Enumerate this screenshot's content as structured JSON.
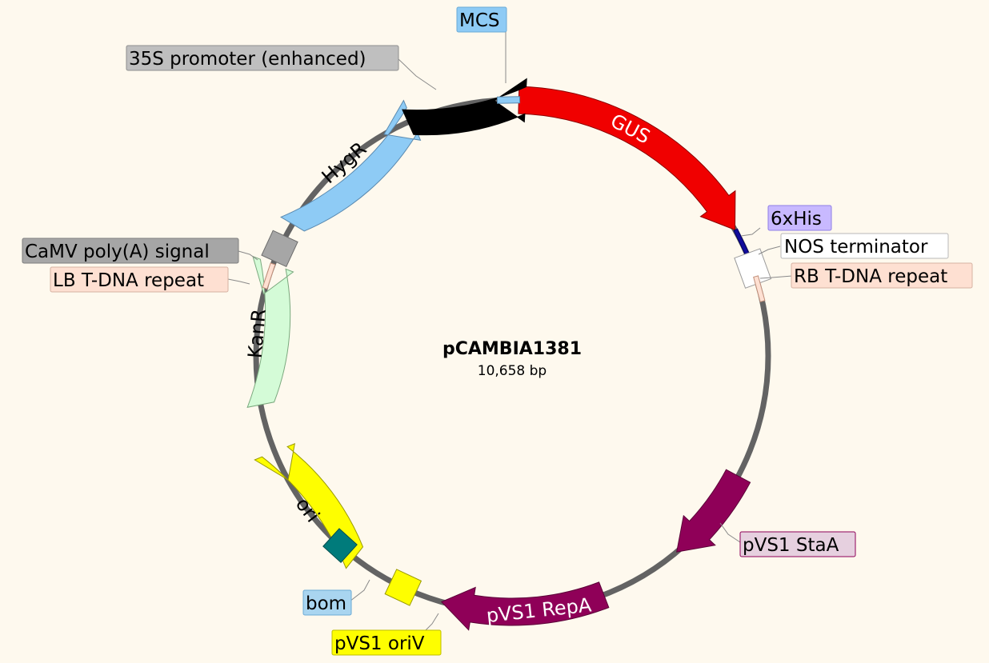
{
  "plasmid": {
    "name": "pCAMBIA1381",
    "size_label": "10,658 bp"
  },
  "features": {
    "mcs": {
      "label": "MCS",
      "color": "#8ecbf5"
    },
    "gus": {
      "label": "GUS",
      "color": "#f00000"
    },
    "his": {
      "label": "6xHis",
      "color": "#120c9c",
      "box_color": "#c8b9ff"
    },
    "nos": {
      "label": "NOS terminator",
      "color": "#ffffff"
    },
    "rb": {
      "label": "RB T-DNA repeat",
      "color": "#fee0d2"
    },
    "stata": {
      "label": "pVS1 StaA",
      "color": "#8f0058",
      "box_color": "#e6d0df"
    },
    "repa": {
      "label": "pVS1 RepA",
      "color": "#8f0058"
    },
    "oriv": {
      "label": "pVS1 oriV",
      "color": "#fefe00"
    },
    "bom": {
      "label": "bom",
      "color": "#007b7b",
      "box_color": "#a9d5f0"
    },
    "ori": {
      "label": "ori",
      "color": "#fefe00"
    },
    "kanr": {
      "label": "KanR",
      "color": "#d4fbd7"
    },
    "lb": {
      "label": "LB T-DNA repeat",
      "color": "#fee0d2"
    },
    "camv": {
      "label": "CaMV poly(A) signal",
      "color": "#a6a6a6"
    },
    "hygr": {
      "label": "HygR",
      "color": "#8ecbf5"
    },
    "p35s": {
      "label": "35S promoter (enhanced)",
      "color": "#000000",
      "box_color": "#bfbfbf"
    }
  }
}
